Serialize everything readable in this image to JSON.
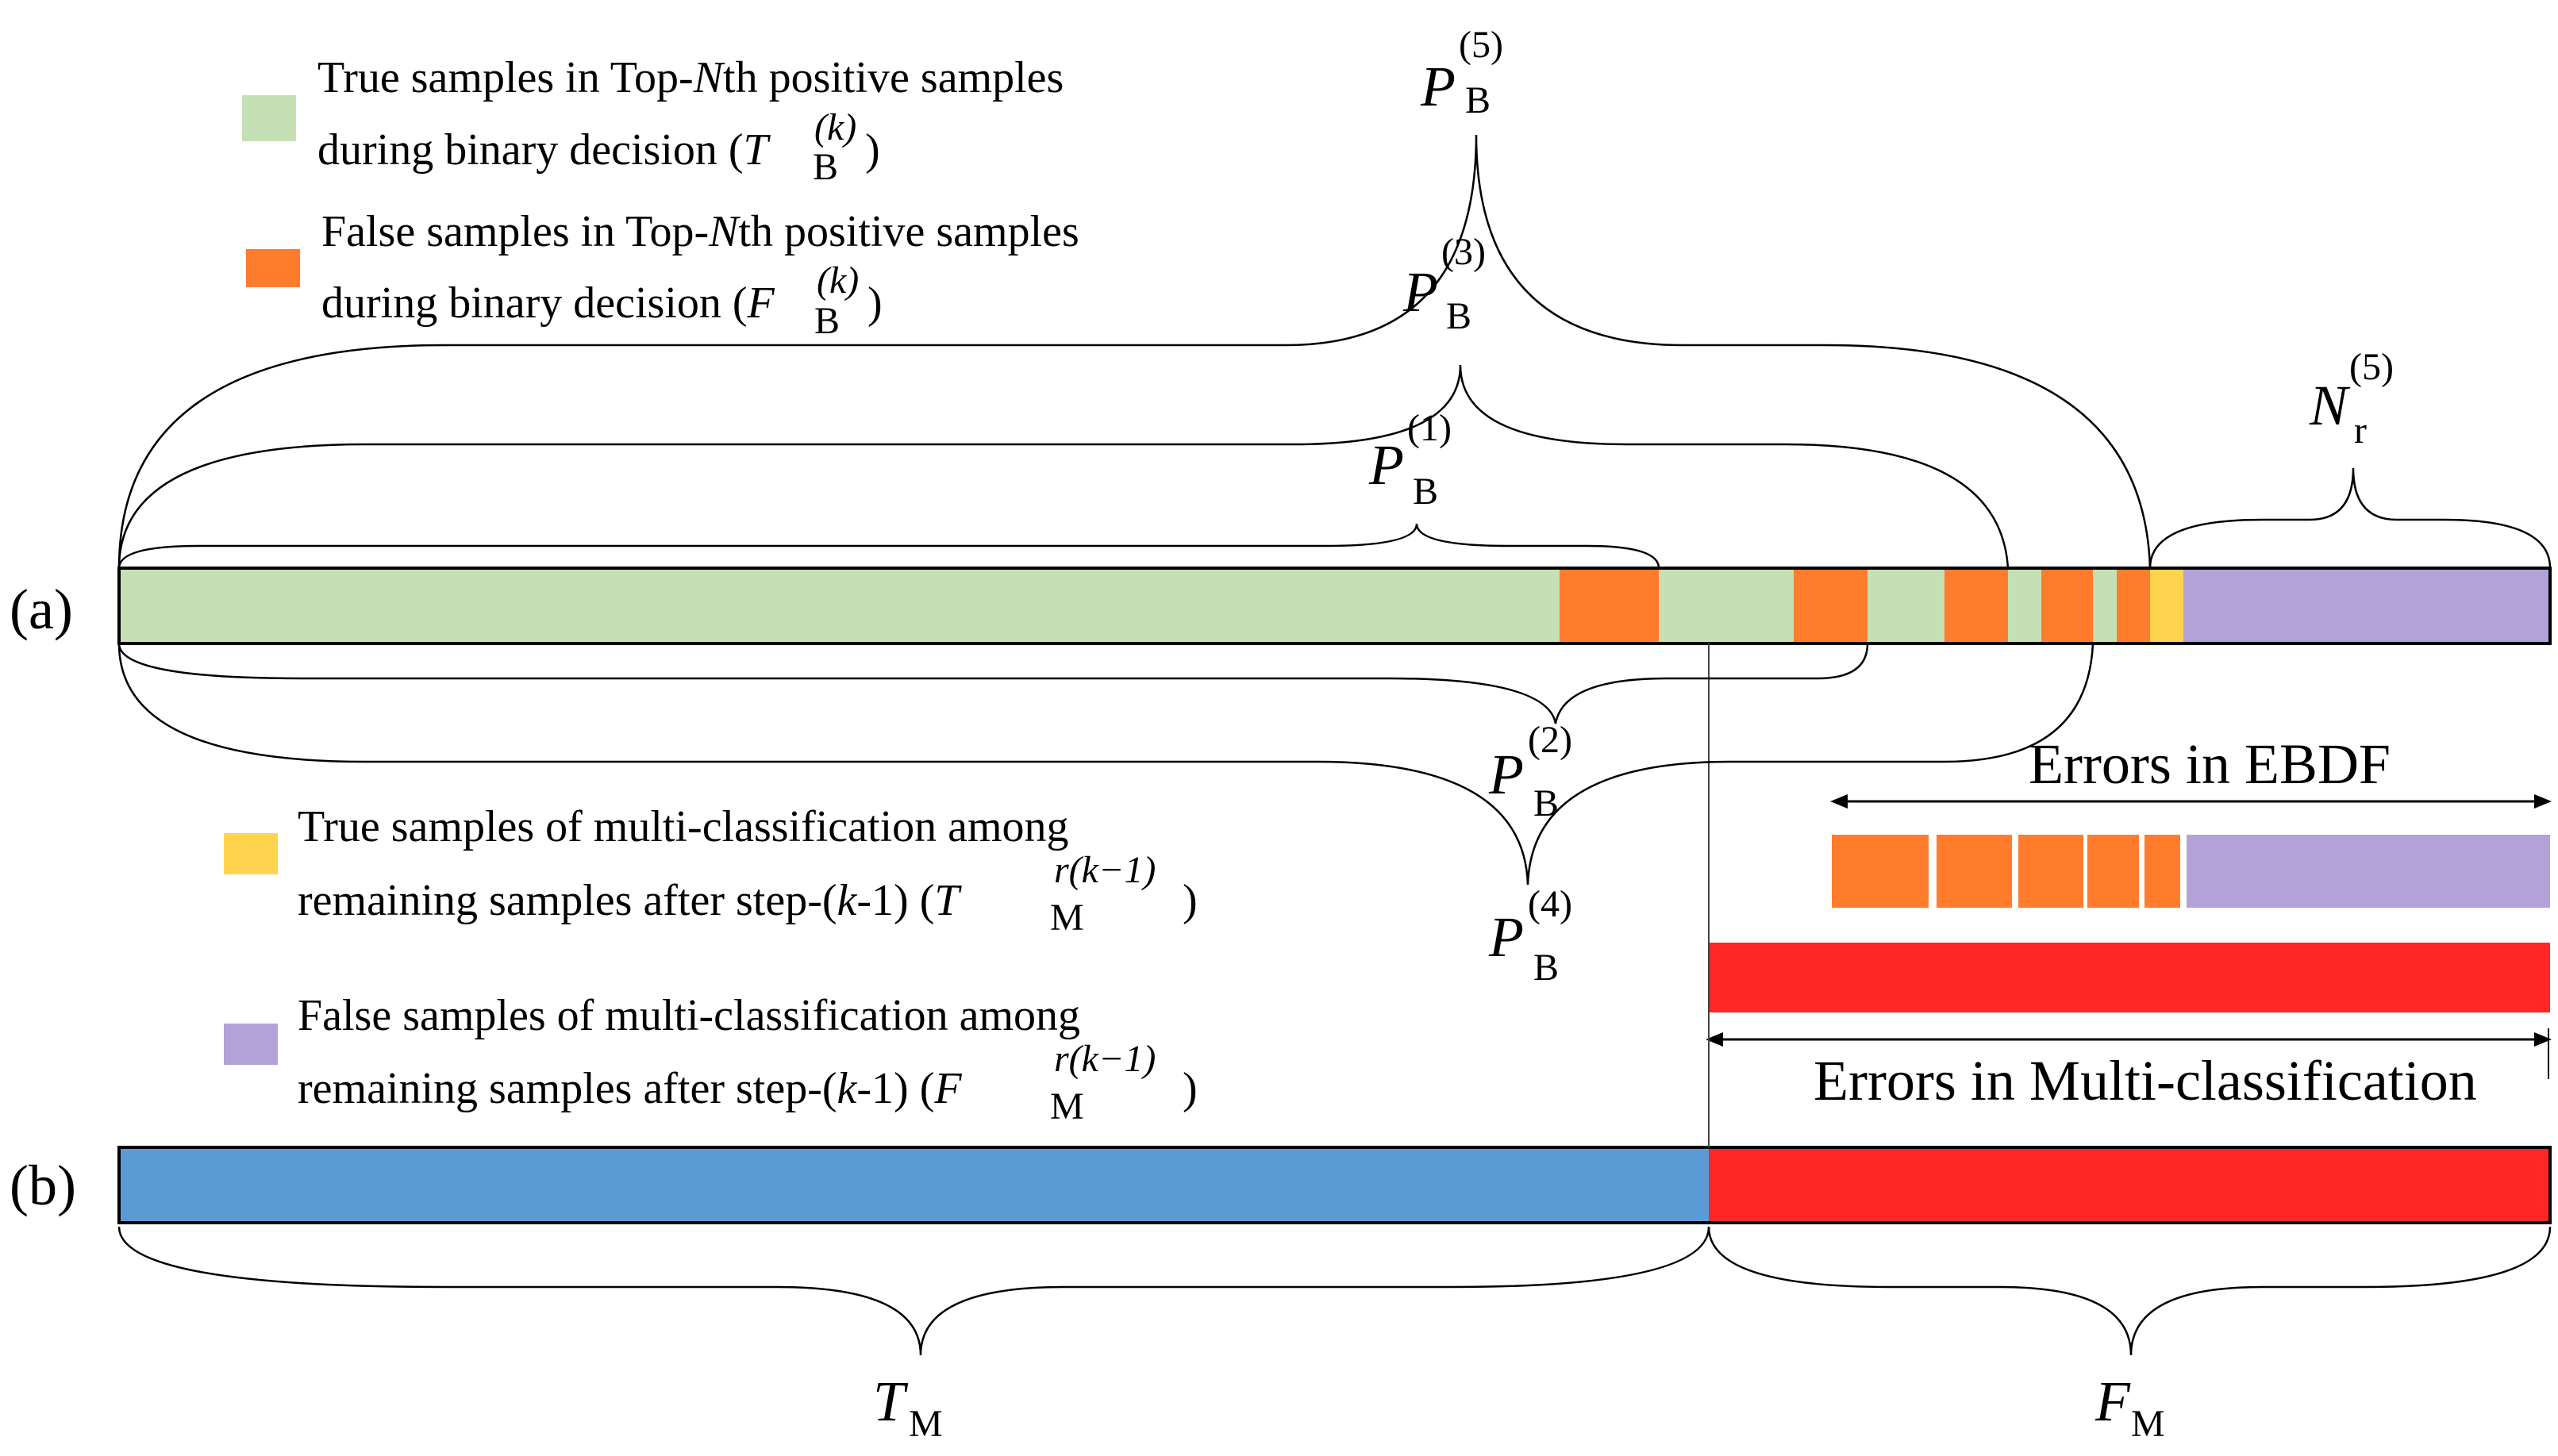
{
  "colors": {
    "true_binary": "#C5E0B4",
    "false_binary": "#FF7C2C",
    "true_multi": "#FFD34E",
    "false_multi": "#B3A2D7",
    "correct_multi": "#5B9BD5",
    "error_multi": "#FF2626"
  },
  "legend": {
    "item1": {
      "line1_pre": "True samples in Top-",
      "line1_n": "N",
      "line1_post": "th positive samples",
      "line2_pre": "during binary decision (",
      "sym": "T",
      "sup": "(k)",
      "sub": "B",
      "close": ")"
    },
    "item2": {
      "line1_pre": "False samples in Top-",
      "line1_n": "N",
      "line1_post": "th positive samples",
      "line2_pre": "during binary decision (",
      "sym": "F",
      "sup": "(k)",
      "sub": "B",
      "close": ")"
    },
    "item3": {
      "line1": "True samples of multi-classification among",
      "line2_pre": "remaining samples after step-(",
      "line2_k": "k",
      "line2_mid": "-1) (",
      "sym": "T",
      "sup": "r(k−1)",
      "sub": "M",
      "close": ")"
    },
    "item4": {
      "line1": "False samples of multi-classification among",
      "line2_pre": "remaining samples after step-(",
      "line2_k": "k",
      "line2_mid": "-1) (",
      "sym": "F",
      "sup": "r(k−1)",
      "sub": "M",
      "close": ")"
    }
  },
  "panel_labels": {
    "a": "(a)",
    "b": "(b)"
  },
  "braces": {
    "pb1": {
      "sym": "P",
      "sup": "(1)",
      "sub": "B"
    },
    "pb2": {
      "sym": "P",
      "sup": "(2)",
      "sub": "B"
    },
    "pb3": {
      "sym": "P",
      "sup": "(3)",
      "sub": "B"
    },
    "pb4": {
      "sym": "P",
      "sup": "(4)",
      "sub": "B"
    },
    "pb5": {
      "sym": "P",
      "sup": "(5)",
      "sub": "B"
    },
    "nr5": {
      "sym": "N",
      "sup": "(5)",
      "sub": "r"
    },
    "tm": {
      "sym": "T",
      "sub": "M"
    },
    "fm": {
      "sym": "F",
      "sub": "M"
    }
  },
  "annotations": {
    "ebdf": "Errors in EBDF",
    "multi": "Errors in Multi-classification"
  }
}
